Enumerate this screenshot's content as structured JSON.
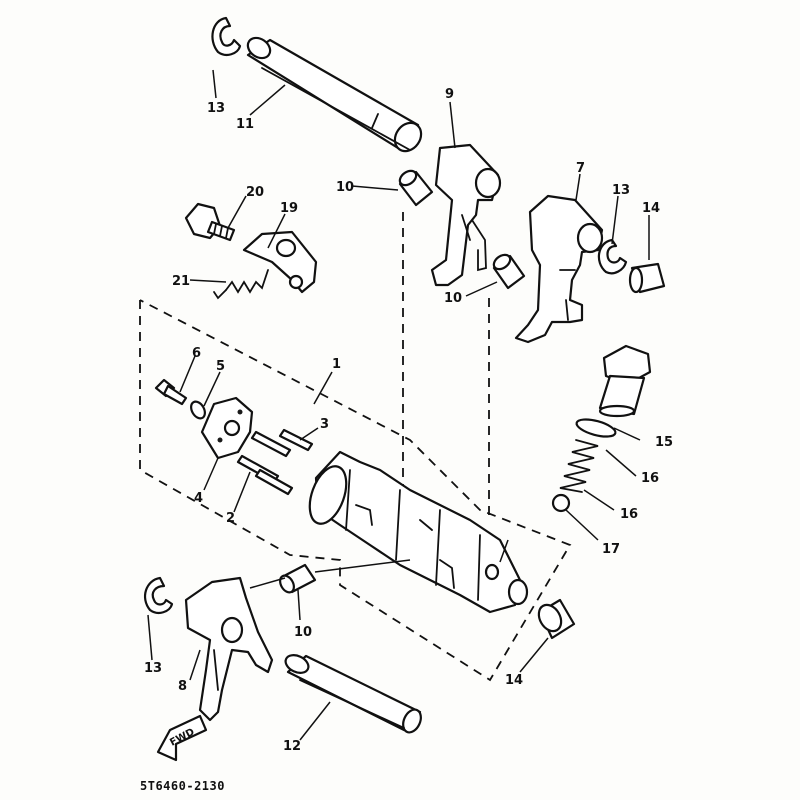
{
  "diagram": {
    "drawing_code": "5T6460-2130",
    "fwd_label": "FWD",
    "callouts": [
      {
        "id": "c1",
        "label": "1"
      },
      {
        "id": "c2",
        "label": "2"
      },
      {
        "id": "c3",
        "label": "3"
      },
      {
        "id": "c4",
        "label": "4"
      },
      {
        "id": "c5",
        "label": "5"
      },
      {
        "id": "c6",
        "label": "6"
      },
      {
        "id": "c7",
        "label": "7"
      },
      {
        "id": "c8",
        "label": "8"
      },
      {
        "id": "c9",
        "label": "9"
      },
      {
        "id": "c10a",
        "label": "10"
      },
      {
        "id": "c10b",
        "label": "10"
      },
      {
        "id": "c10c",
        "label": "10"
      },
      {
        "id": "c11",
        "label": "11"
      },
      {
        "id": "c12",
        "label": "12"
      },
      {
        "id": "c13a",
        "label": "13"
      },
      {
        "id": "c13b",
        "label": "13"
      },
      {
        "id": "c13c",
        "label": "13"
      },
      {
        "id": "c14a",
        "label": "14"
      },
      {
        "id": "c14b",
        "label": "14"
      },
      {
        "id": "c15",
        "label": "15"
      },
      {
        "id": "c16a",
        "label": "16"
      },
      {
        "id": "c16b",
        "label": "16"
      },
      {
        "id": "c17",
        "label": "17"
      },
      {
        "id": "c19",
        "label": "19"
      },
      {
        "id": "c20",
        "label": "20"
      },
      {
        "id": "c21",
        "label": "21"
      }
    ]
  }
}
